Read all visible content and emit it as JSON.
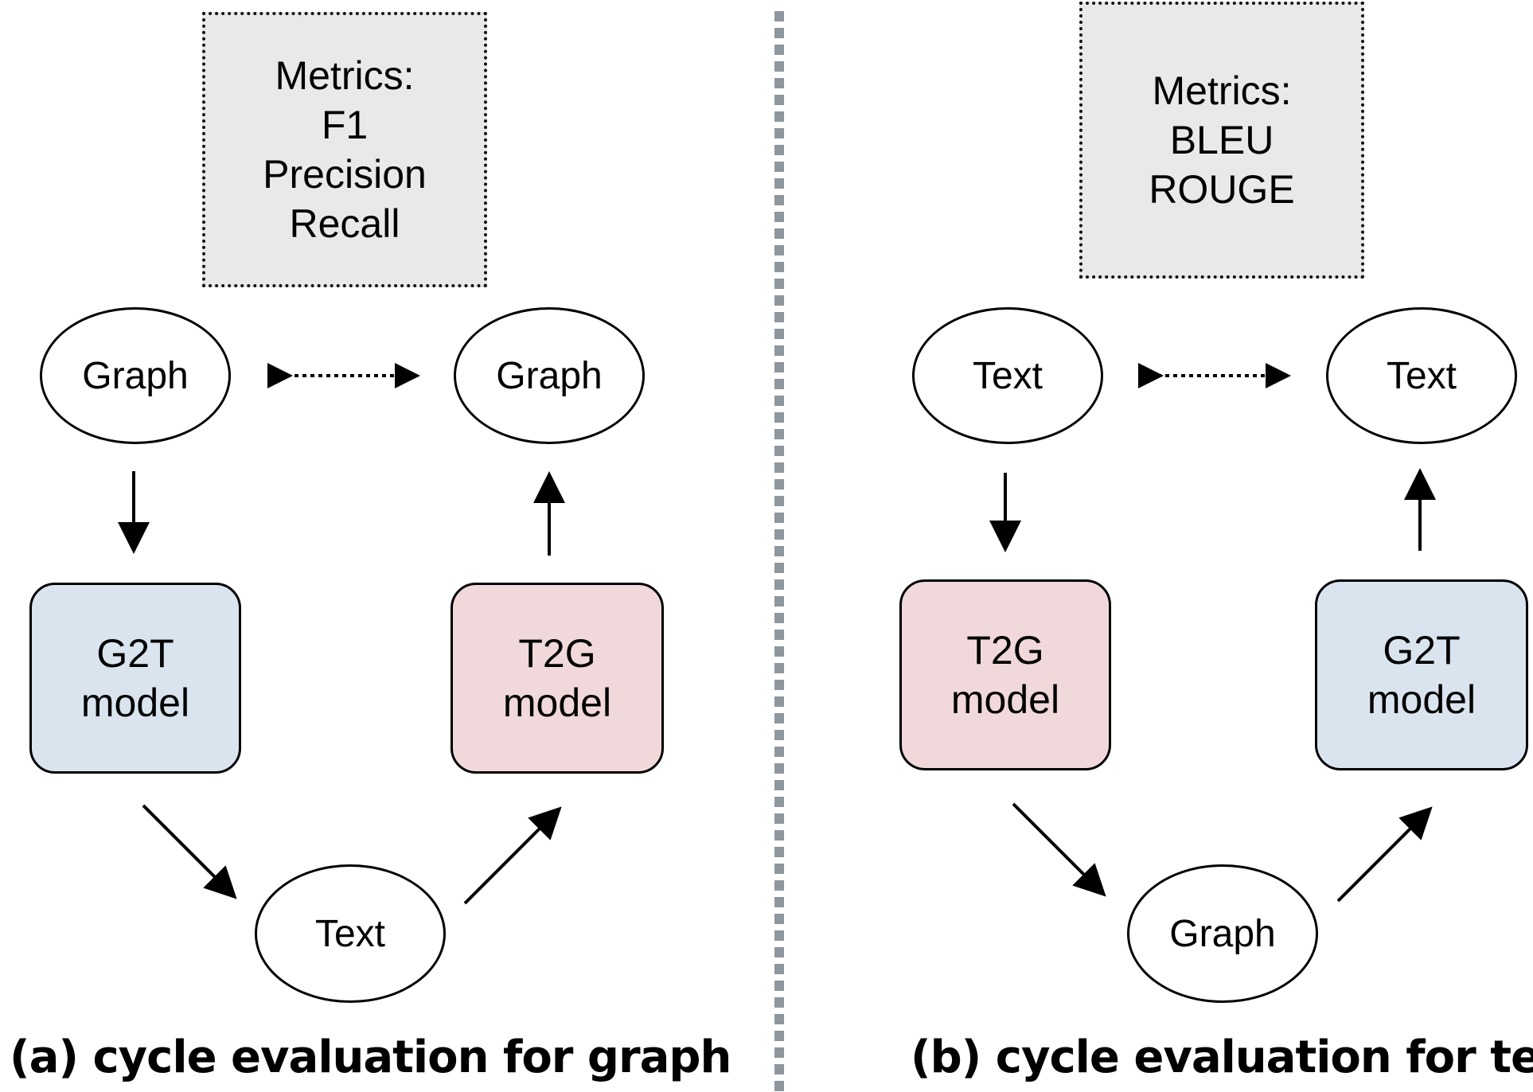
{
  "panel_a": {
    "metrics": {
      "title": "Metrics:",
      "items": [
        "F1",
        "Precision",
        "Recall"
      ]
    },
    "top_left": "Graph",
    "top_right": "Graph",
    "left_model": {
      "line1": "G2T",
      "line2": "model"
    },
    "right_model": {
      "line1": "T2G",
      "line2": "model"
    },
    "bottom": "Text",
    "caption": "(a) cycle evaluation for graph"
  },
  "panel_b": {
    "metrics": {
      "title": "Metrics:",
      "items": [
        "BLEU",
        "ROUGE"
      ]
    },
    "top_left": "Text",
    "top_right": "Text",
    "left_model": {
      "line1": "T2G",
      "line2": "model"
    },
    "right_model": {
      "line1": "G2T",
      "line2": "model"
    },
    "bottom": "Graph",
    "caption": "(b) cycle evaluation for text"
  },
  "colors": {
    "g2t": "#d9e4ee",
    "t2g": "#f1d8da",
    "metrics_bg": "#e9e9e9",
    "divider": "#8e969e"
  }
}
